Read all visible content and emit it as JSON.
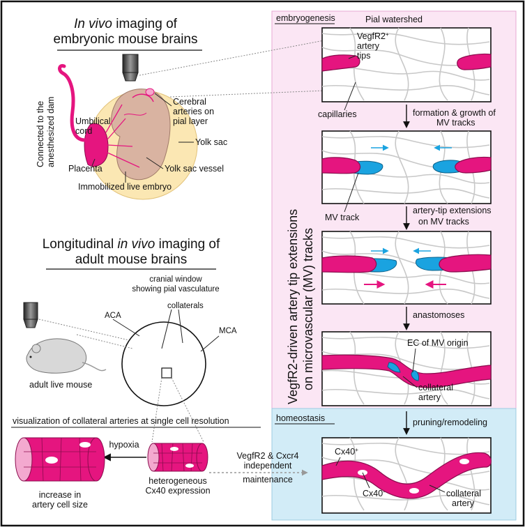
{
  "left_top": {
    "title_line1_italic": "In vivo",
    "title_line1_rest": " imaging of",
    "title_line2": "embryonic mouse brains",
    "umbilical_1": "Umbilical",
    "umbilical_2": "cord",
    "connected_1": "Connected to the",
    "connected_2": "anesthesized dam",
    "cerebral_1": "Cerebral",
    "cerebral_2": "arteries on",
    "cerebral_3": "pial layer",
    "yolk_sac": "Yolk sac",
    "placenta": "Placenta",
    "yolk_vessel": "Yolk sac vessel",
    "embryo": "Immobilized live embryo"
  },
  "left_mid": {
    "title_line1_a": "Longitudinal ",
    "title_line1_italic": "in vivo",
    "title_line1_b": " imaging of",
    "title_line2": "adult mouse brains",
    "window_1": "cranial window",
    "window_2": "showing pial vasculature",
    "collaterals": "collaterals",
    "aca": "ACA",
    "mca": "MCA",
    "mouse": "adult live mouse"
  },
  "left_bottom": {
    "title": "visualization of collateral arteries at single cell resolution",
    "hypoxia": "hypoxia",
    "hetero_1": "heterogeneous",
    "hetero_2": "Cx40 expression",
    "increase_1": "increase in",
    "increase_2": "artery cell size",
    "vegfr_1": "VegfR2 & Cxcr4",
    "vegfr_2": "independent",
    "vegfr_3": "maintenance"
  },
  "right": {
    "embryogenesis": "embryogenesis",
    "pial_watershed": "Pial watershed",
    "tips_1": "VegfR2",
    "tips_sup": "+",
    "tips_2": "artery",
    "tips_3": "tips",
    "capillaries": "capillaries",
    "step1_1": "formation & growth of",
    "step1_2": "MV tracks",
    "mv_track": "MV track",
    "step2_1": "artery-tip extensions",
    "step2_2": "on MV tracks",
    "step3": "anastomoses",
    "ec_origin": "EC of MV origin",
    "collateral_1": "collateral",
    "collateral_2": "artery",
    "vertical_1": "VegfR2-driven artery tip extensions",
    "vertical_2": "on microvascular (MV) tracks",
    "homeostasis": "homeostasis",
    "pruning": "pruning/remodeling",
    "cx40_plus": "Cx40",
    "cx40_plus_sup": "+",
    "cx40_minus": "Cx40",
    "cx40_minus_sup": "-",
    "collateral_b1": "collateral",
    "collateral_b2": "artery"
  },
  "colors": {
    "artery": "#e5157f",
    "mv_track": "#1aa3e0",
    "embryogenesis_bg": "#fbe6f4",
    "homeostasis_bg": "#d2ecf7",
    "yolk": "#fbe7b3"
  }
}
